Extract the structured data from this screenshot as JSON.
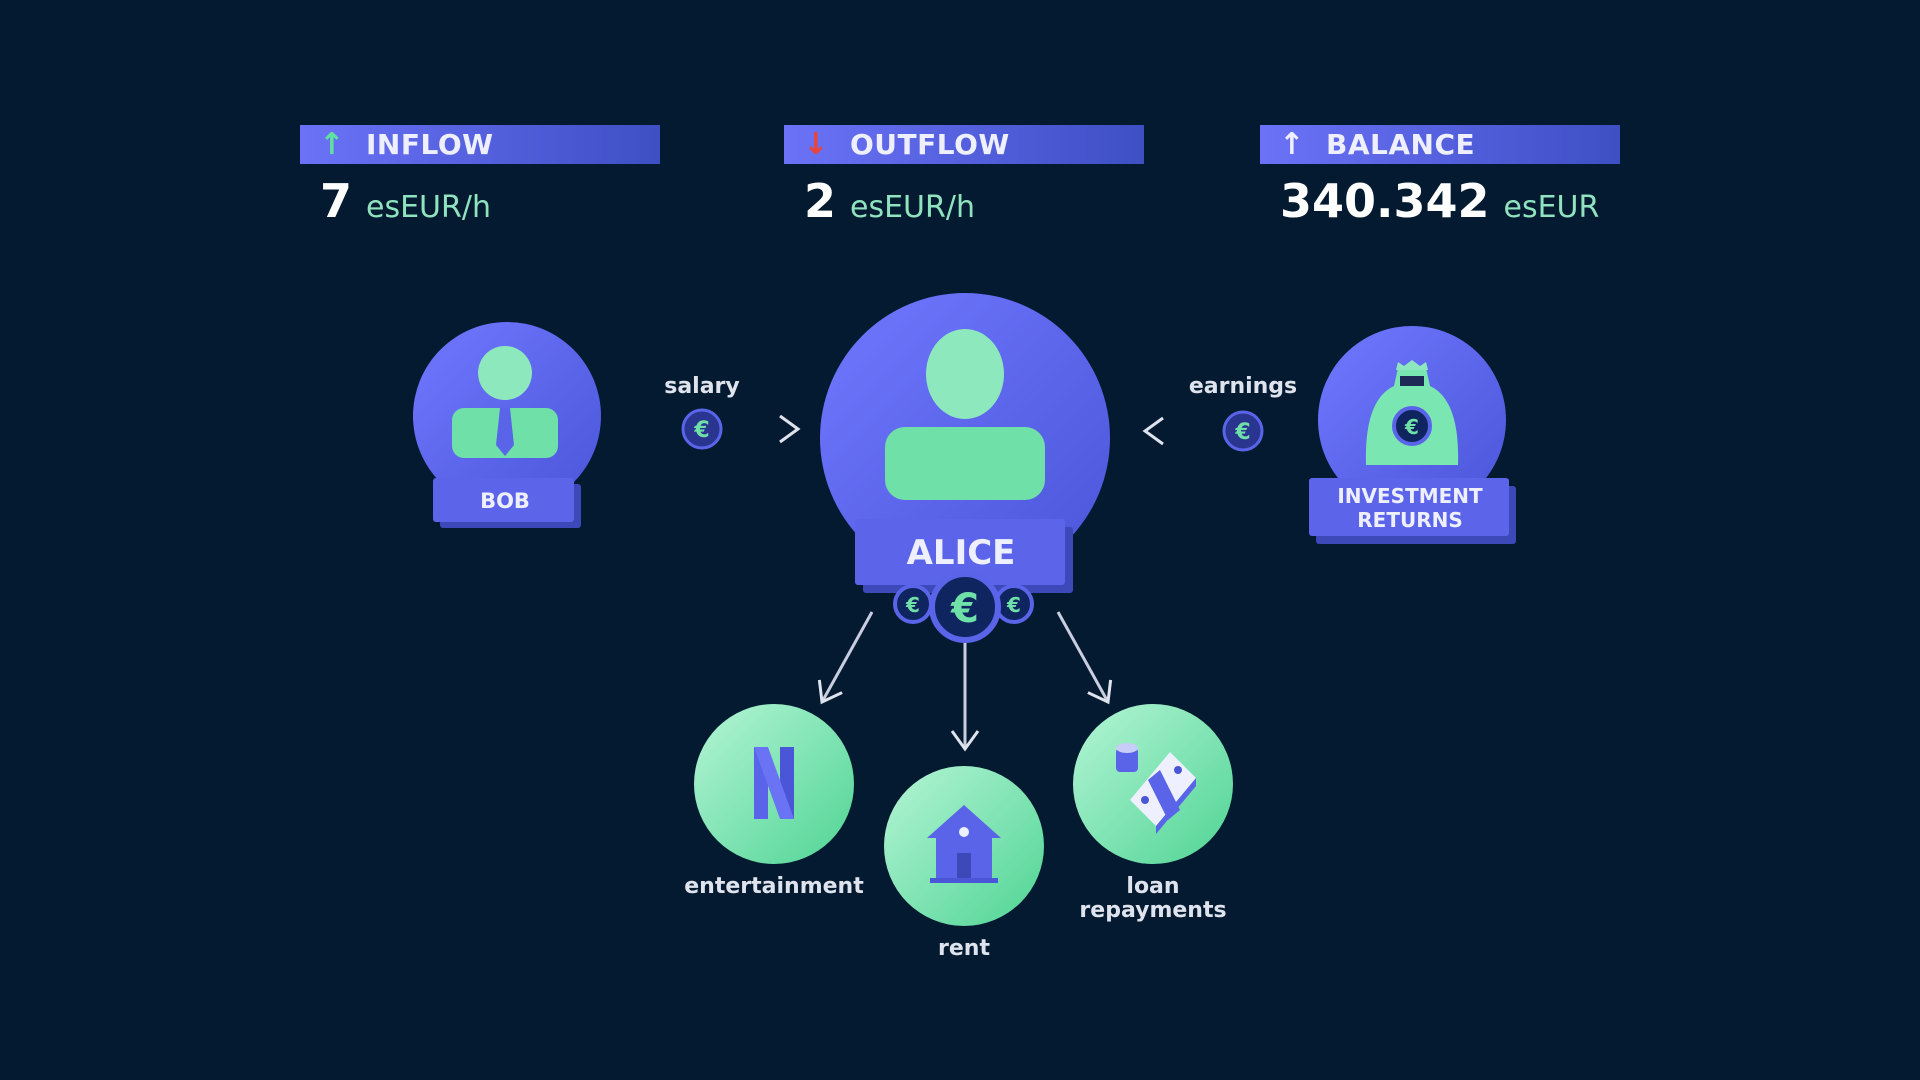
{
  "stats": {
    "inflow": {
      "label": "INFLOW",
      "icon": "arrow-up-icon",
      "icon_color": "#5fe0a0",
      "value": "7",
      "unit": "esEUR/h"
    },
    "outflow": {
      "label": "OUTFLOW",
      "icon": "arrow-down-icon",
      "icon_color": "#e8453c",
      "value": "2",
      "unit": "esEUR/h"
    },
    "balance": {
      "label": "BALANCE",
      "icon": "arrow-up-icon",
      "icon_color": "#eef0ff",
      "value": "340.342",
      "unit": "esEUR"
    }
  },
  "nodes": {
    "bob": "BOB",
    "alice": "ALICE",
    "investment_line1": "INVESTMENT",
    "investment_line2": "RETURNS",
    "entertainment": "entertainment",
    "rent": "rent",
    "loan_line1": "loan",
    "loan_line2": "repayments"
  },
  "flows": {
    "salary": "salary",
    "earnings": "earnings"
  },
  "colors": {
    "background": "#031a30",
    "primary": "#6169f0",
    "accent": "#6fe0a8"
  }
}
